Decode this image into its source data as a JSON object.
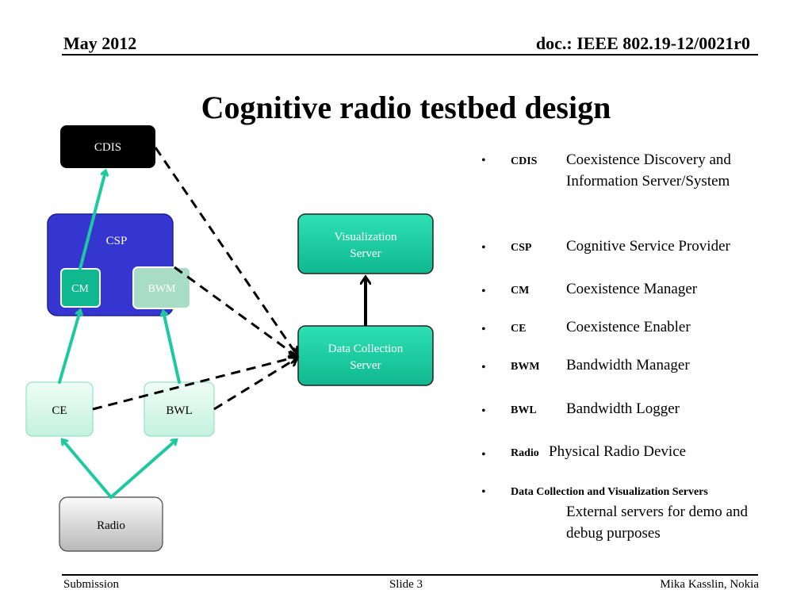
{
  "header": {
    "date": "May 2012",
    "doc": "doc.: IEEE 802.19-12/0021r0"
  },
  "title": "Cognitive radio testbed design",
  "diagram": {
    "nodes": {
      "cdis": "CDIS",
      "csp": "CSP",
      "cm": "CM",
      "bwm": "BWM",
      "ce": "CE",
      "bwl": "BWL",
      "radio": "Radio",
      "visualization_line1": "Visualization",
      "visualization_line2": "Server",
      "datacollection_line1": "Data Collection",
      "datacollection_line2": "Server"
    },
    "colors": {
      "teal": "#1ec8a0",
      "teal_dark": "#0aa582",
      "csp_blue": "#3535d0",
      "cdis_black": "#000000",
      "light_green": "#d8f8ea",
      "bwm_pale": "#a8dcc4"
    }
  },
  "legend": [
    {
      "abbr": "CDIS",
      "desc": "Coexistence Discovery and Information Server/System"
    },
    {
      "abbr": "CSP",
      "desc": "Cognitive Service Provider"
    },
    {
      "abbr": "CM",
      "desc": "Coexistence Manager"
    },
    {
      "abbr": "CE",
      "desc": "Coexistence Enabler"
    },
    {
      "abbr": "BWM",
      "desc": "Bandwidth Manager"
    },
    {
      "abbr": "BWL",
      "desc": "Bandwidth Logger"
    },
    {
      "abbr": "Radio",
      "desc": "Physical Radio Device"
    },
    {
      "abbr": "Data Collection and Visualization Servers",
      "desc": "External servers for demo and debug purposes"
    }
  ],
  "footer": {
    "left": "Submission",
    "center": "Slide 3",
    "right": "Mika Kasslin, Nokia"
  }
}
